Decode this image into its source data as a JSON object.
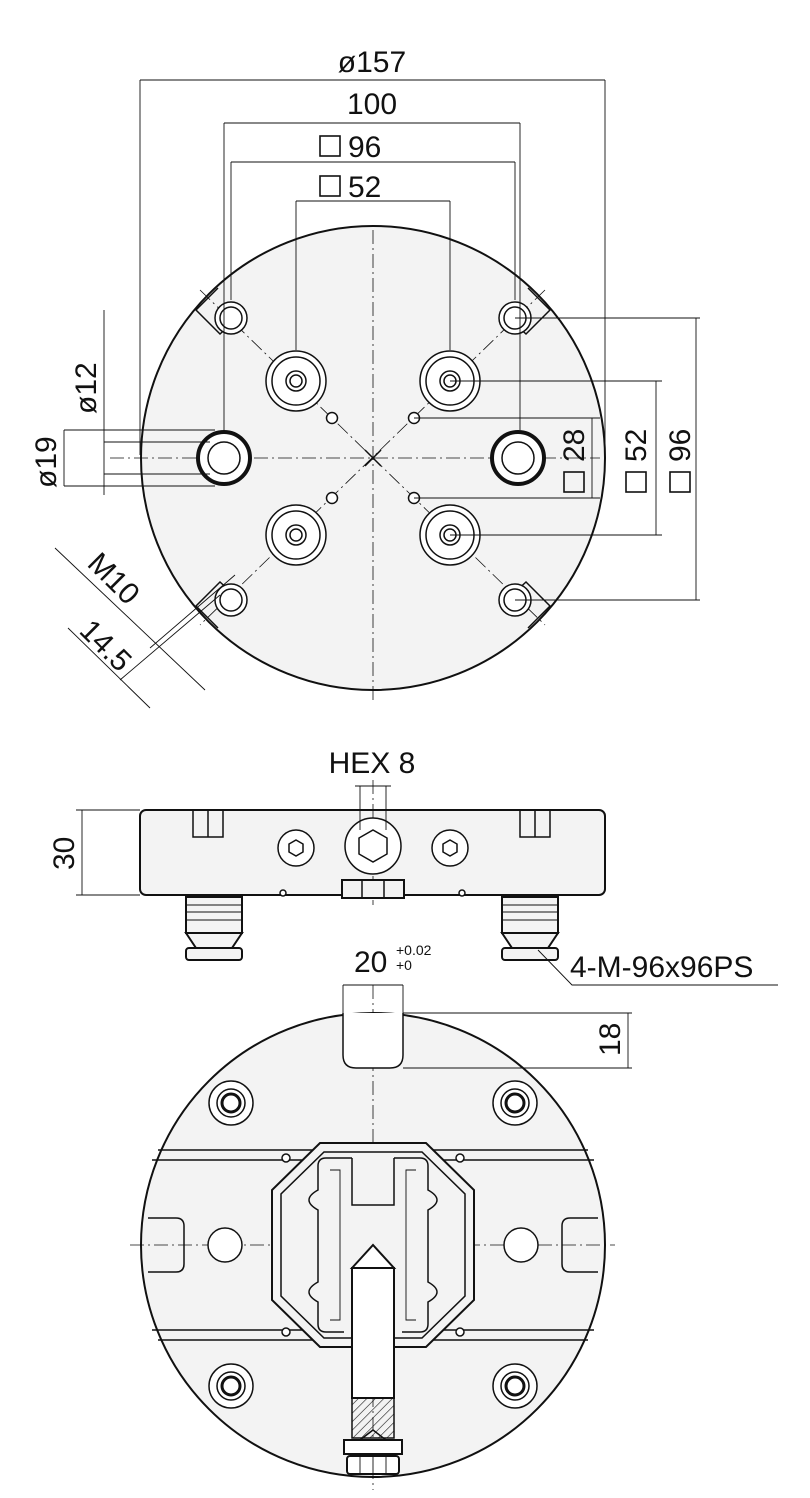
{
  "top_view": {
    "dims": {
      "d157": "ø157",
      "w100": "100",
      "sq96": "96",
      "sq52": "52",
      "d12": "ø12",
      "d19": "ø19",
      "m10": "M10",
      "d14_5": "14.5",
      "r28": "28",
      "r52": "52",
      "r96": "96"
    }
  },
  "side_view": {
    "hex": "HEX 8",
    "height": "30",
    "part": "4-M-96x96PS"
  },
  "bottom_view": {
    "slot_width": "20",
    "tol_upper": "+0.02",
    "tol_lower": "+0",
    "slot_depth": "18"
  }
}
